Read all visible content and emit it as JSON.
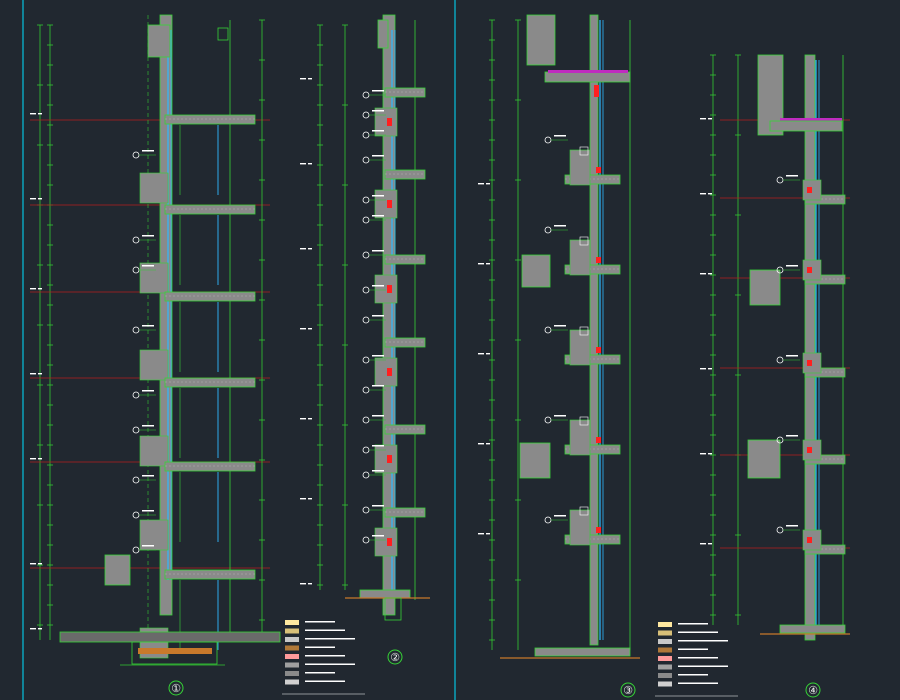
{
  "panels": [
    {
      "id": "panel-1",
      "label": "①"
    },
    {
      "id": "panel-2",
      "label": "②"
    },
    {
      "id": "panel-3",
      "label": "③"
    },
    {
      "id": "panel-4",
      "label": "④"
    }
  ],
  "colors": {
    "background": "#212830",
    "frame_line": "#00e0ff",
    "wall_outline": "#36d436",
    "dimension": "#32c832",
    "level_line": "#b41e1e",
    "insulation": "#ff2020",
    "glazing": "#2fb8ff",
    "roof_membrane": "#c02cc0",
    "concrete_fill": "#8a8a8a",
    "ground": "#c8792b",
    "tag": "#ffffff",
    "legend_swatch": "#d8c078"
  },
  "legend": {
    "title": "",
    "rows": 8
  }
}
